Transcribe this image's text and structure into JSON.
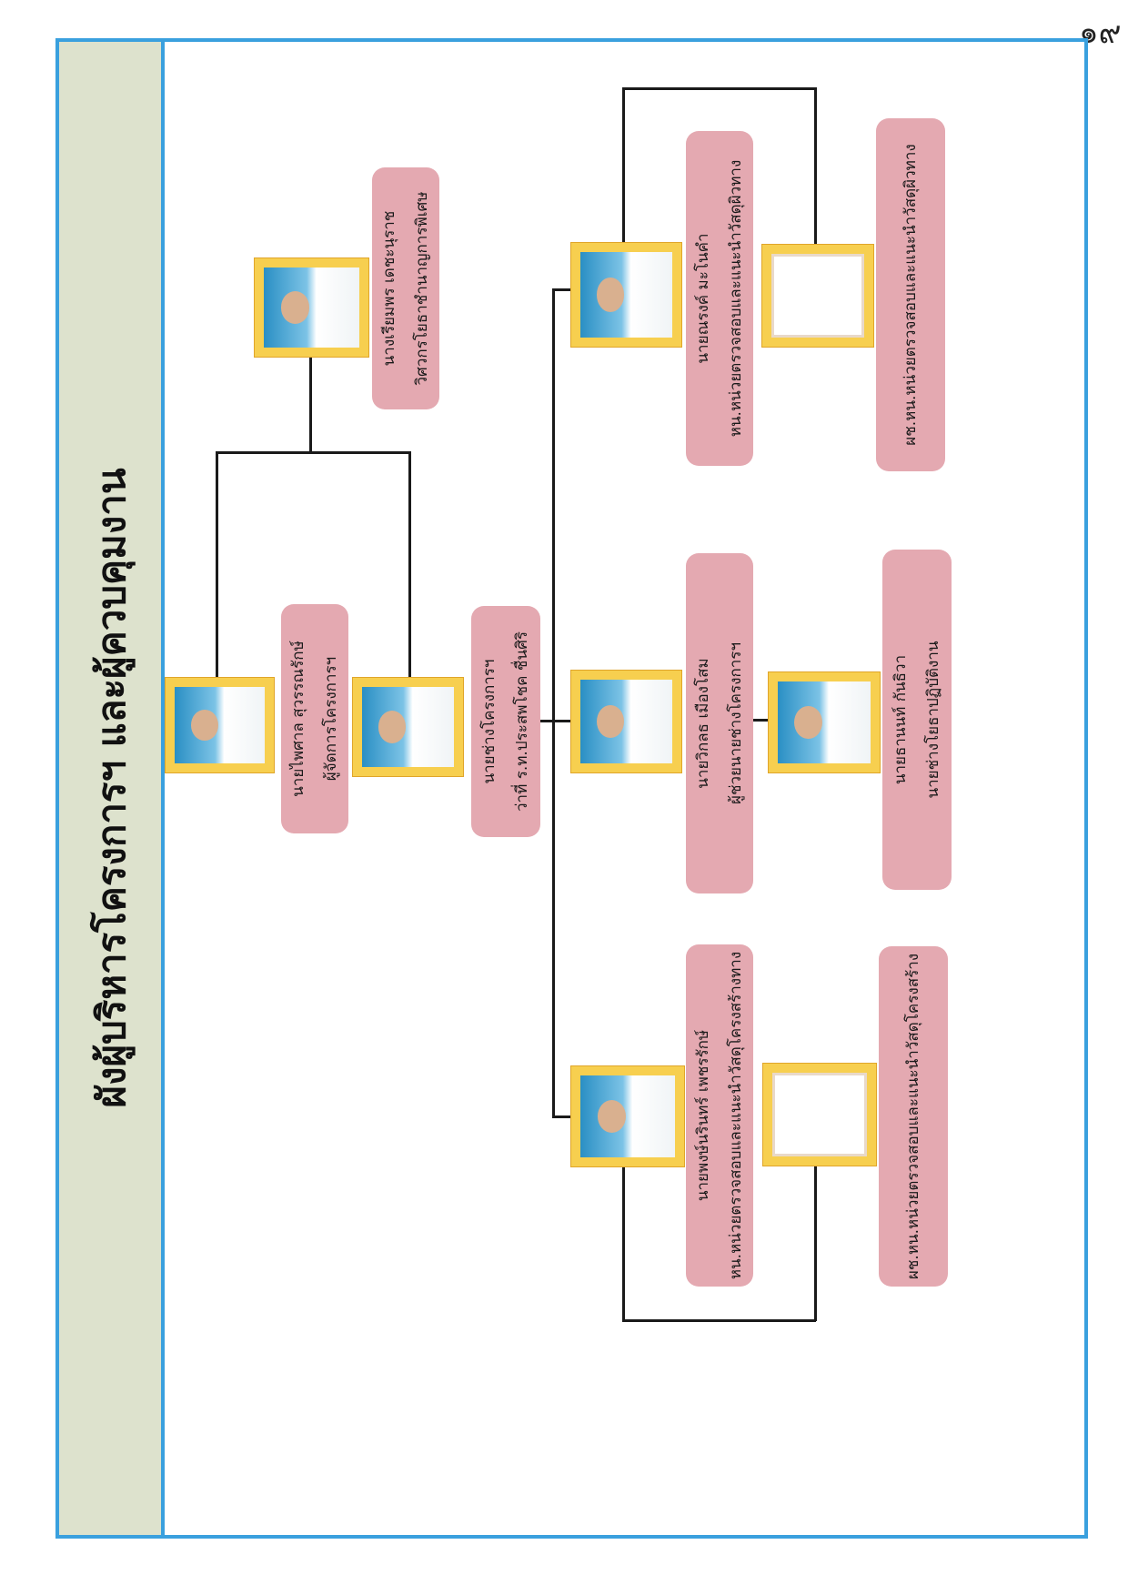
{
  "page_number": "๑๙",
  "title": "ผังผู้บริหารโครงการฯ และผู้ควบคุมงาน",
  "people": {
    "advisor": {
      "name": "นางเรียมพร  เดชะนุราช",
      "position": "วิศวกรโยธาชำนาญการพิเศษ"
    },
    "project_manager": {
      "name": "นายไพศาล  สุวรรณรักษ์",
      "position": "ผู้จัดการโครงการฯ"
    },
    "project_engineer": {
      "name": "นายช่างโครงการฯ",
      "position": "ว่าที่ ร.ท.ประสพโชค ชื่นศิริ"
    },
    "assistant_engineer": {
      "name": "นายวิกลธ  เมืองโสม",
      "position": "ผู้ช่วยนายช่างโครงการฯ"
    },
    "practitioner": {
      "name": "นายธานนท์   กันธิวา",
      "position": "นายช่างโยธาปฏิบัติงาน"
    },
    "inspector_surface": {
      "name": "นายณรงค์  มะโนคำ",
      "position": "หน.หน่วยตรวจสอบและแนะนำวัสดุผิวทาง"
    },
    "deputy_surface": {
      "name": "",
      "position": "ผช.หน.หน่วยตรวจสอบและแนะนำวัสดุผิวทาง"
    },
    "inspector_structure": {
      "name": "นายพงษ์นรินทร์  เพชรรักษ์",
      "position": "หน.หน่วยตรวจสอบและแนะนำวัสดุโครงสร้างทาง"
    },
    "deputy_structure": {
      "name": "",
      "position": "ผช.หน.หน่วยตรวจสอบและแนะนำวัสดุโครงสร้าง"
    }
  },
  "colors": {
    "frame": "#3aa0de",
    "title_bar": "#dde2cd",
    "label": "#e4a9b1",
    "photo_frame": "#f7cf4f"
  }
}
